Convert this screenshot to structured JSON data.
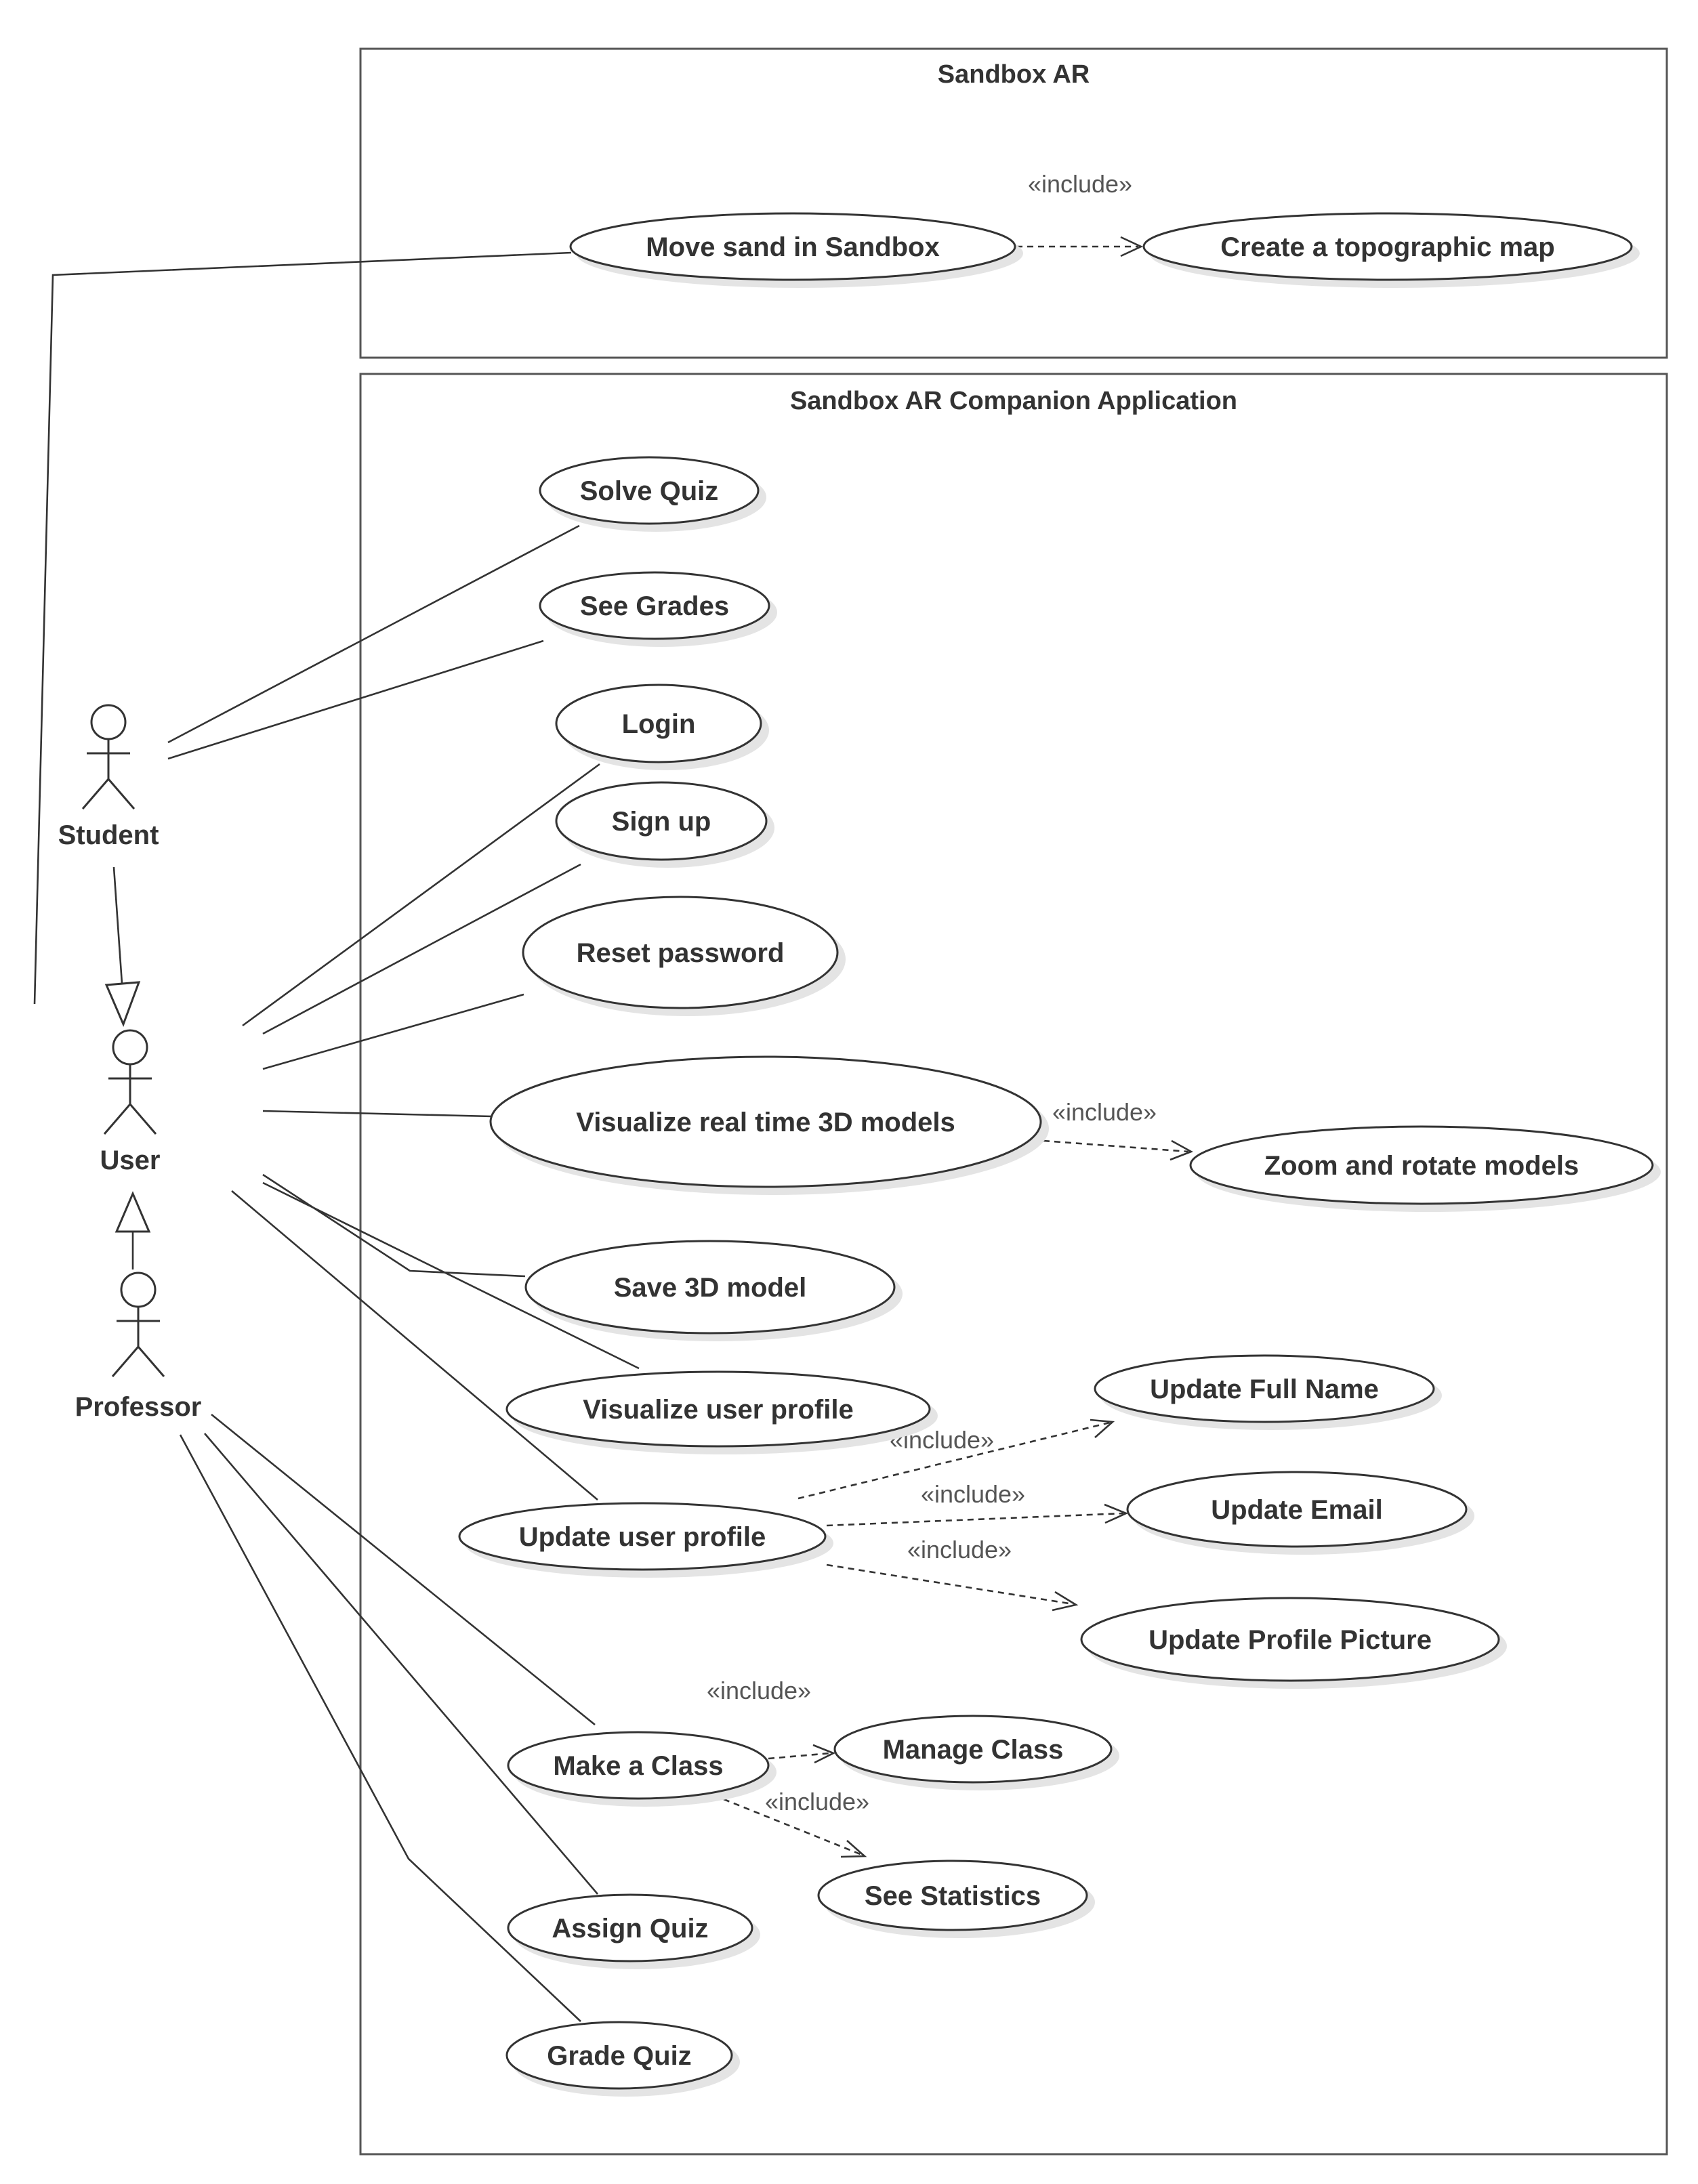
{
  "boundaries": {
    "sandbox_ar": {
      "title": "Sandbox AR"
    },
    "companion": {
      "title": "Sandbox AR Companion Application"
    }
  },
  "actors": {
    "student": "Student",
    "user": "User",
    "professor": "Professor"
  },
  "use_cases": {
    "move_sand": "Move sand in Sandbox",
    "create_map": "Create a topographic map",
    "solve_quiz": "Solve Quiz",
    "see_grades": "See Grades",
    "login": "Login",
    "sign_up": "Sign up",
    "reset_password": "Reset password",
    "visualize_3d": "Visualize real time 3D models",
    "zoom_rotate": "Zoom and rotate models",
    "save_3d": "Save 3D model",
    "visualize_profile": "Visualize user profile",
    "update_full_name": "Update Full Name",
    "update_profile": "Update user profile",
    "update_email": "Update Email",
    "update_picture": "Update Profile Picture",
    "manage_class": "Manage Class",
    "make_class": "Make a Class",
    "see_statistics": "See Statistics",
    "assign_quiz": "Assign Quiz",
    "grade_quiz": "Grade Quiz"
  },
  "stereotypes": {
    "include": "«include»"
  },
  "colors": {
    "line": "#333333",
    "border": "#555555",
    "shadow": "#e4e4e4",
    "background": "#ffffff"
  }
}
